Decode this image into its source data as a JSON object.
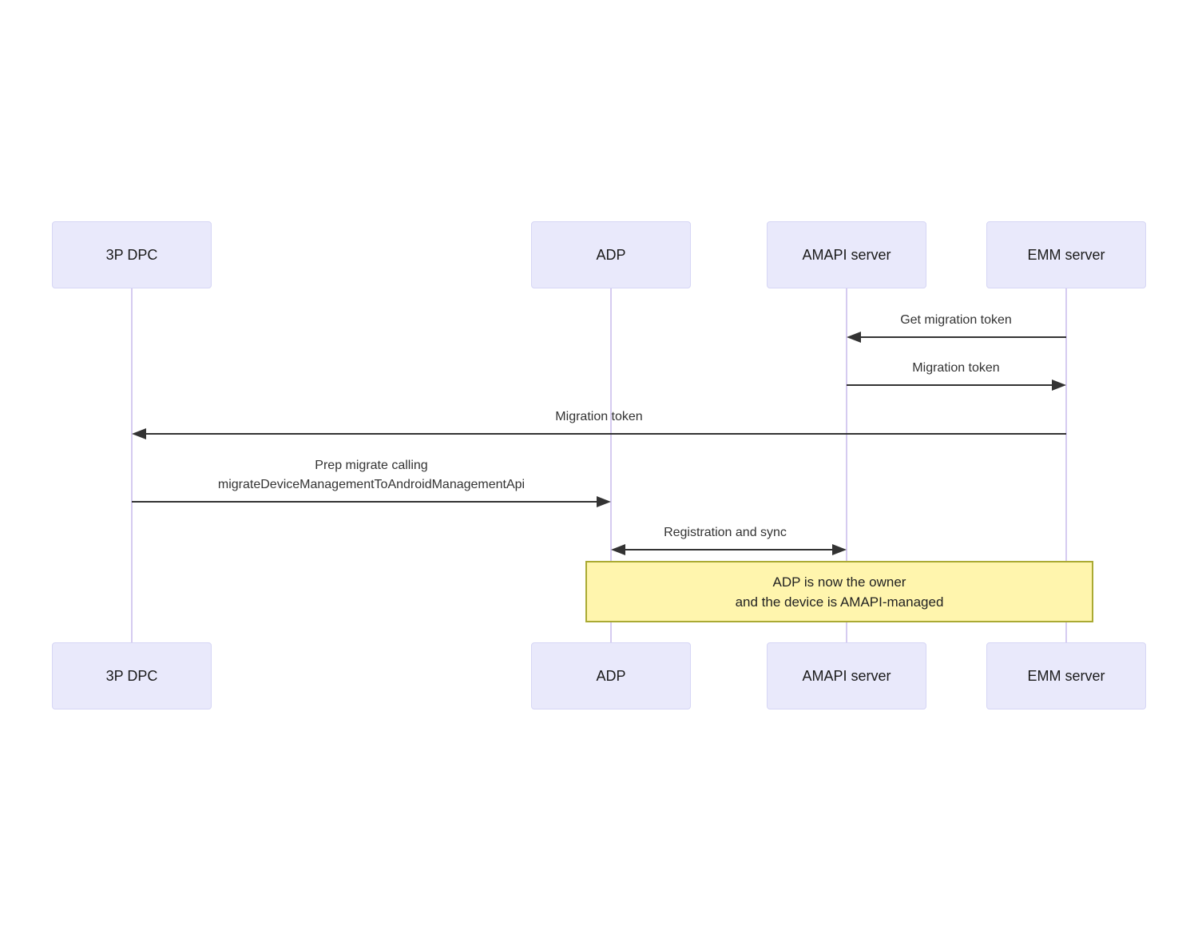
{
  "diagram": {
    "type": "sequence-diagram",
    "actors": [
      {
        "id": "3p-dpc",
        "label": "3P DPC"
      },
      {
        "id": "adp",
        "label": "ADP"
      },
      {
        "id": "amapi-server",
        "label": "AMAPI server"
      },
      {
        "id": "emm-server",
        "label": "EMM server"
      }
    ],
    "messages": [
      {
        "from": "EMM server",
        "to": "AMAPI server",
        "label": "Get migration token",
        "arrow": "left"
      },
      {
        "from": "AMAPI server",
        "to": "EMM server",
        "label": "Migration token",
        "arrow": "right"
      },
      {
        "from": "EMM server",
        "to": "3P DPC",
        "label": "Migration token",
        "arrow": "left"
      },
      {
        "from": "3P DPC",
        "to": "ADP",
        "lines": [
          "Prep migrate calling",
          "migrateDeviceManagementToAndroidManagementApi"
        ],
        "arrow": "right"
      },
      {
        "from": "ADP",
        "to": "AMAPI server",
        "label": "Registration and sync",
        "arrow": "both"
      }
    ],
    "note": {
      "over": [
        "ADP",
        "EMM server"
      ],
      "lines": [
        "ADP is now the owner",
        "and the device is AMAPI-managed"
      ]
    },
    "colors": {
      "actor_fill": "#e9e9fb",
      "actor_border": "#d6d6f5",
      "lifeline": "#d5cbf0",
      "line": "#333333",
      "text": "#333333",
      "note_fill": "#fff5ad",
      "note_border": "#aaaa33"
    }
  }
}
